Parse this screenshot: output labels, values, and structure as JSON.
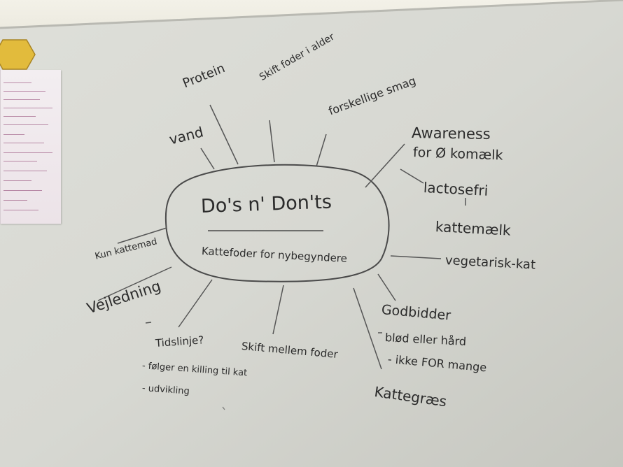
{
  "whiteboard": {
    "center_title": "Do's n' Don'ts",
    "center_subtitle": "Kattefoder for nybegyndere",
    "branches": {
      "protein": "Protein",
      "skift_foder_alder": "Skift foder i alder",
      "forskellige_smag": "forskellige smag",
      "vand": "vand",
      "awareness_line1": "Awareness",
      "awareness_line2": "for Ø komælk",
      "lactosefri": "lactosefri",
      "kattemaelk": "kattemælk",
      "vegetarisk_kat": "vegetarisk-kat",
      "godbidder": "Godbidder",
      "blod_eller_hard": "blød eller hård",
      "ikke_for_mange": "- ikke FOR mange",
      "kattegras": "Kattegræs",
      "skift_mellem_foder": "Skift mellem foder",
      "tidslinje": "Tidslinje?",
      "folger_killing": "- følger en killing til kat",
      "udvikling": "- udvikling",
      "vejledning": "Vejledning",
      "kun_kattemad": "Kun kattemad"
    }
  },
  "colors": {
    "board": "#d9d9d3",
    "ink": "#2b2b2b",
    "paper_ink": "#8a3a6c",
    "magnet": "#e2bb3c",
    "wall": "#f0eee4"
  }
}
